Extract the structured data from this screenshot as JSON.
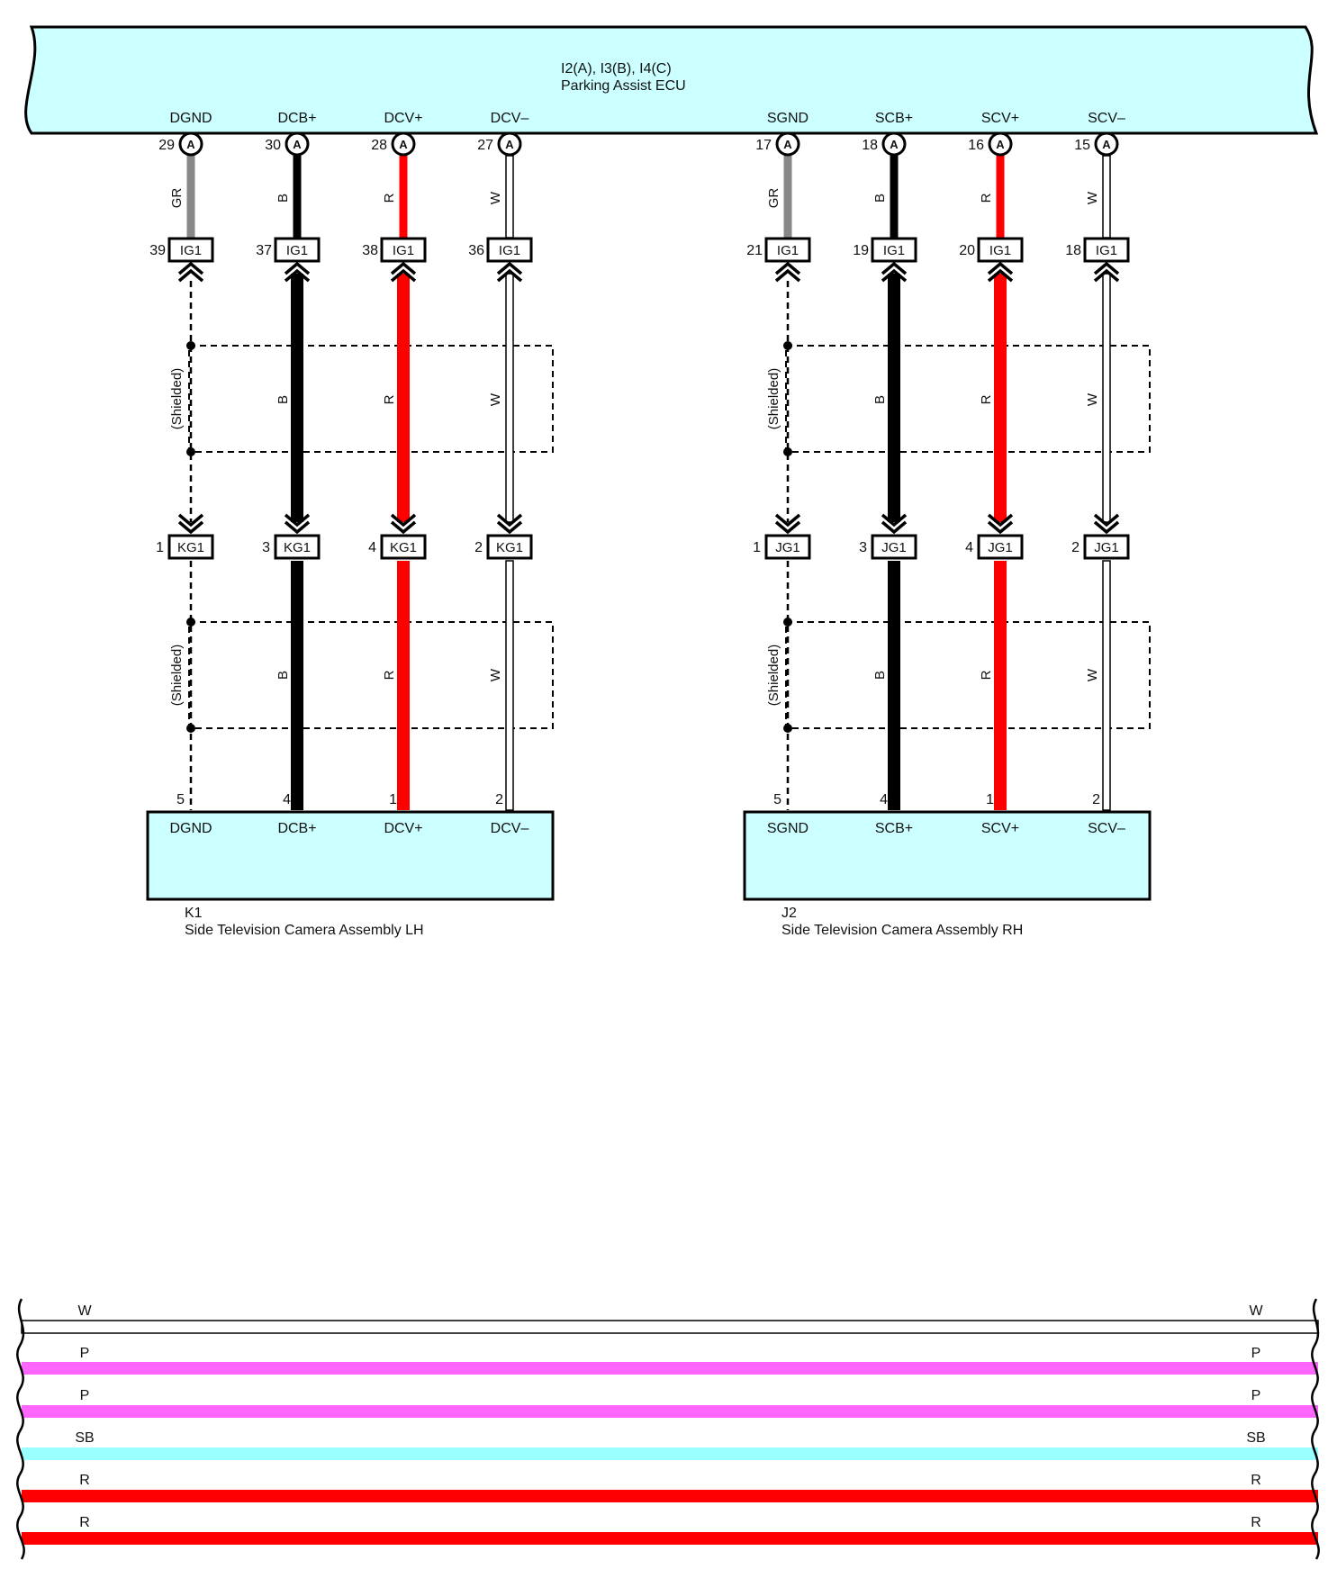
{
  "ecu": {
    "code": "I2(A), I3(B), I4(C)",
    "name": "Parking Assist ECU",
    "fill": "#ccffff"
  },
  "wire_colors": {
    "GR": "#888888",
    "B": "#000000",
    "R": "#ff0000",
    "W": "#ffffff",
    "P": "#ff66ff",
    "SB": "#99ffff"
  },
  "shield_label": "(Shielded)",
  "groups": [
    {
      "id": "lh",
      "component": {
        "code": "K1",
        "name": "Side Television Camera Assembly LH"
      },
      "junction": "KG1",
      "wires": [
        {
          "signal": "DGND",
          "ecu_pin": "29",
          "ecu_conn": "A",
          "color": "GR",
          "ig_pin": "39",
          "ig_conn": "IG1",
          "mid_color": "",
          "j_pin": "1",
          "comp_pin": "5"
        },
        {
          "signal": "DCB+",
          "ecu_pin": "30",
          "ecu_conn": "A",
          "color": "B",
          "ig_pin": "37",
          "ig_conn": "IG1",
          "mid_color": "B",
          "j_pin": "3",
          "comp_pin": "4"
        },
        {
          "signal": "DCV+",
          "ecu_pin": "28",
          "ecu_conn": "A",
          "color": "R",
          "ig_pin": "38",
          "ig_conn": "IG1",
          "mid_color": "R",
          "j_pin": "4",
          "comp_pin": "1"
        },
        {
          "signal": "DCV–",
          "ecu_pin": "27",
          "ecu_conn": "A",
          "color": "W",
          "ig_pin": "36",
          "ig_conn": "IG1",
          "mid_color": "W",
          "j_pin": "2",
          "comp_pin": "2"
        }
      ]
    },
    {
      "id": "rh",
      "component": {
        "code": "J2",
        "name": "Side Television Camera Assembly RH"
      },
      "junction": "JG1",
      "wires": [
        {
          "signal": "SGND",
          "ecu_pin": "17",
          "ecu_conn": "A",
          "color": "GR",
          "ig_pin": "21",
          "ig_conn": "IG1",
          "mid_color": "",
          "j_pin": "1",
          "comp_pin": "5"
        },
        {
          "signal": "SCB+",
          "ecu_pin": "18",
          "ecu_conn": "A",
          "color": "B",
          "ig_pin": "19",
          "ig_conn": "IG1",
          "mid_color": "B",
          "j_pin": "3",
          "comp_pin": "4"
        },
        {
          "signal": "SCV+",
          "ecu_pin": "16",
          "ecu_conn": "A",
          "color": "R",
          "ig_pin": "20",
          "ig_conn": "IG1",
          "mid_color": "R",
          "j_pin": "4",
          "comp_pin": "1"
        },
        {
          "signal": "SCV–",
          "ecu_pin": "15",
          "ecu_conn": "A",
          "color": "W",
          "ig_pin": "18",
          "ig_conn": "IG1",
          "mid_color": "W",
          "j_pin": "2",
          "comp_pin": "2"
        }
      ]
    }
  ],
  "legend_wires": [
    {
      "color": "W",
      "label_left": "W",
      "label_right": "W"
    },
    {
      "color": "P",
      "label_left": "P",
      "label_right": "P"
    },
    {
      "color": "P",
      "label_left": "P",
      "label_right": "P"
    },
    {
      "color": "SB",
      "label_left": "SB",
      "label_right": "SB"
    },
    {
      "color": "R",
      "label_left": "R",
      "label_right": "R"
    },
    {
      "color": "R",
      "label_left": "R",
      "label_right": "R"
    }
  ]
}
